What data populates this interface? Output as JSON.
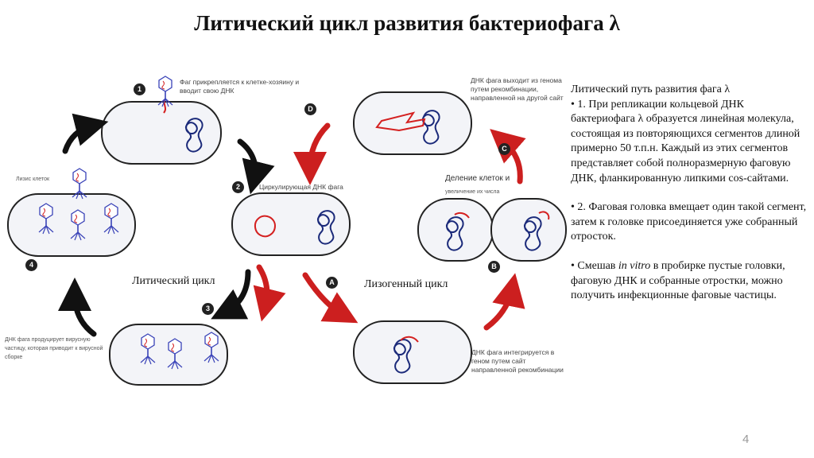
{
  "title": "Литический цикл развития бактериофага λ",
  "diagram": {
    "steps": [
      {
        "badge": "1",
        "label": "Фаг прикрепляется к клетке-хозяину и вводит свою ДНК"
      },
      {
        "badge": "2",
        "label": "Циркулирующая ДНК фага"
      },
      {
        "badge": "3",
        "label": ""
      },
      {
        "badge": "4",
        "label": "ДНК фага продуцирует вирусную частицу, которая приводит к вирусной сборке"
      },
      {
        "badge": "A",
        "label": "ДНК фага интегрируется в геном путем сайт направленной рекомбинации"
      },
      {
        "badge": "B",
        "label": ""
      },
      {
        "badge": "C",
        "label": ""
      },
      {
        "badge": "D",
        "label": "ДНК фага выходит из генома путем рекомбинации, направленной на другой сайт"
      }
    ],
    "lysis_label": "Лизис клеток",
    "division_label": "Деление клеток и",
    "division_sub": "увеличение их числа",
    "lytic_cycle": "Литический цикл",
    "lysogenic_cycle": "Лизогенный цикл"
  },
  "text": {
    "heading": "Литический путь развития фага λ",
    "p1": "• 1. При репликации кольцевой ДНК бактериофага λ образуется линейная молекула, состоящая из повторяющихся сегментов длиной примерно 50 т.п.н. Каждый из этих сегментов представляет собой полноразмерную фаговую ДНК, фланкированную липкими cos-сайтами.",
    "p2": "• 2. Фаговая головка вмещает один такой сегмент, затем к головке присоединяется уже собранный отросток.",
    "p3_pre": "• Смешав ",
    "p3_em": "in vitro",
    "p3_post": " в пробирке пустые головки, фаговую ДНК и собранные отростки, можно получить инфекционные фаговые частицы."
  },
  "page_number": "4",
  "colors": {
    "dna_blue": "#1b2a7a",
    "dna_red": "#d42020",
    "arrow_red": "#cc1f1f",
    "arrow_black": "#111111",
    "cell_fill": "#f3f4f8"
  }
}
